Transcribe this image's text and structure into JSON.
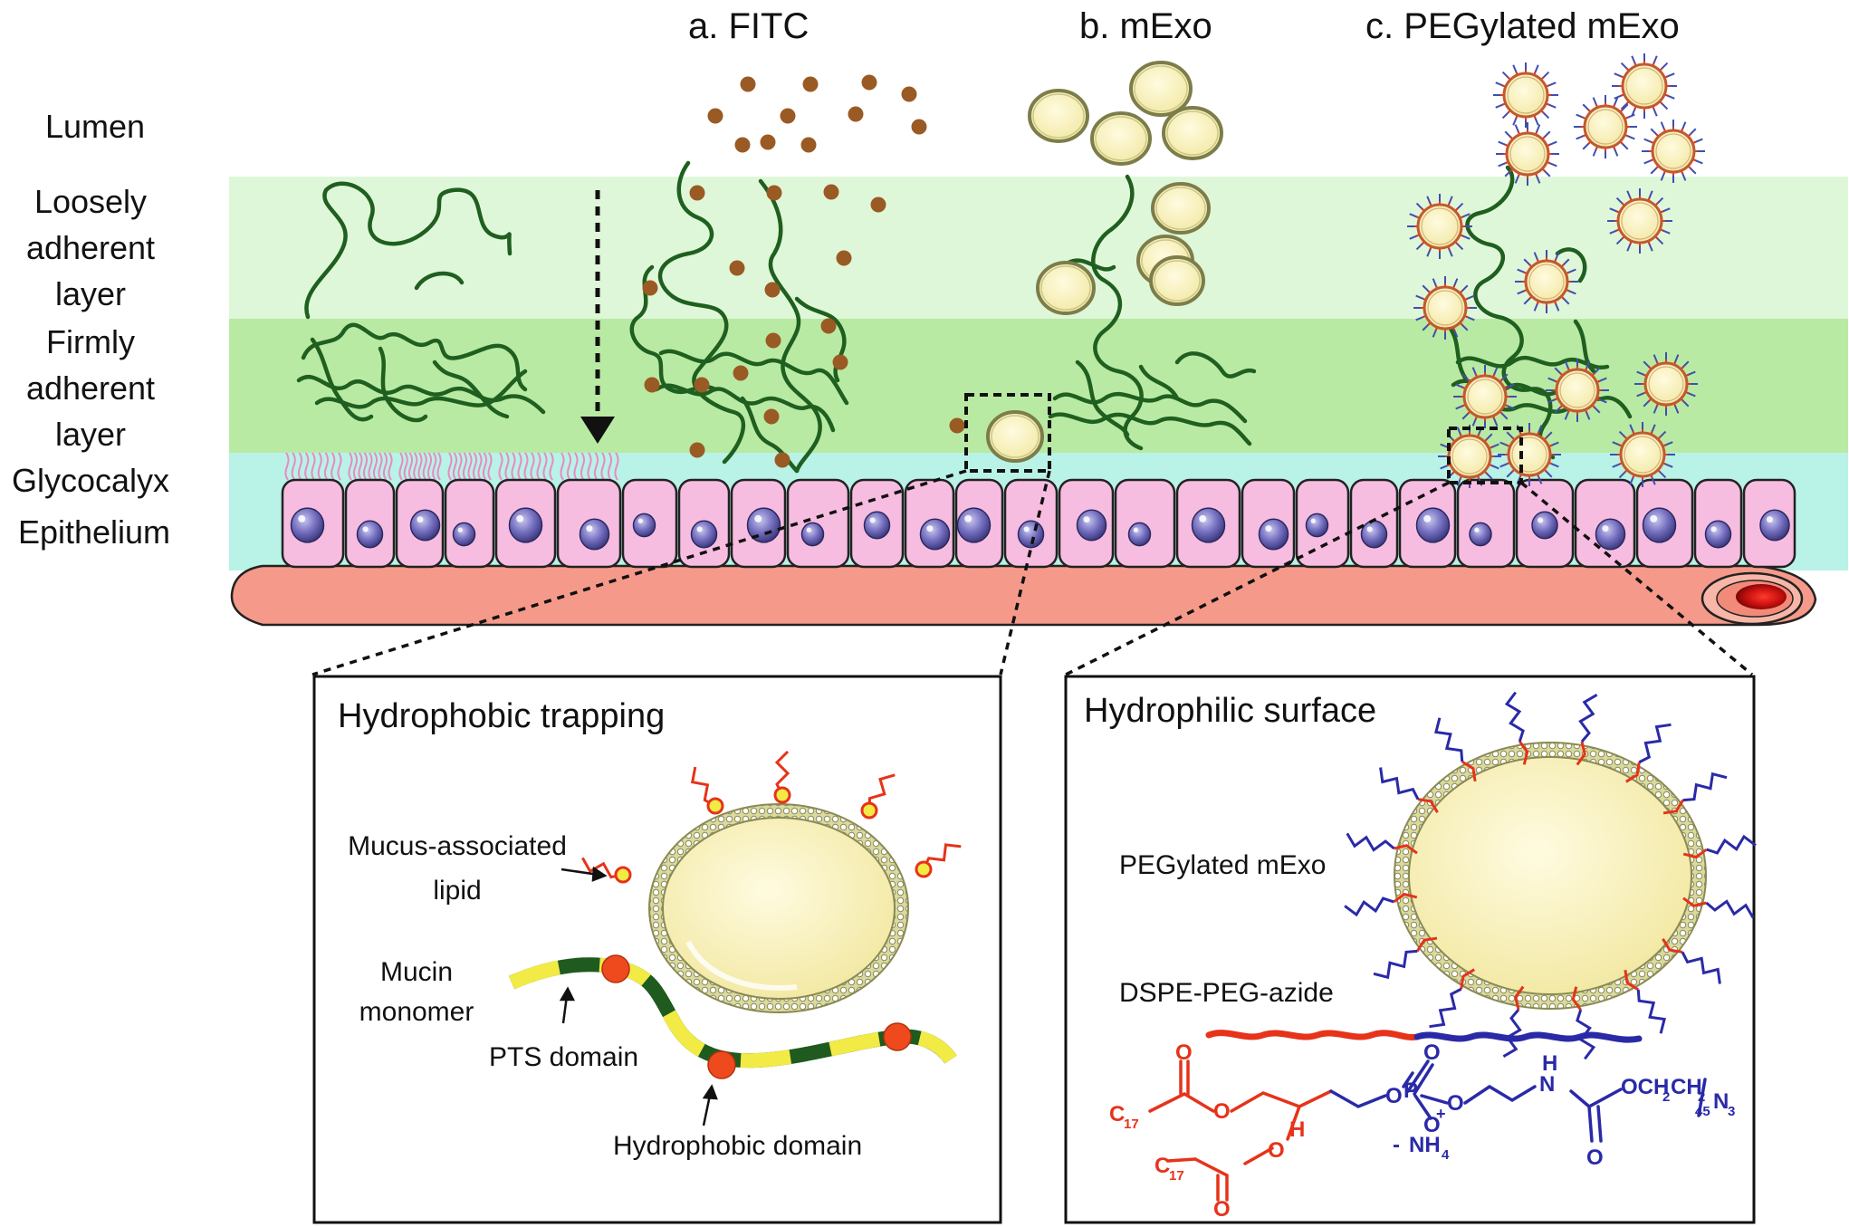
{
  "headers": {
    "fitc": "a. FITC",
    "mexo": "b. mExo",
    "pegylated": "c. PEGylated mExo"
  },
  "layers": {
    "lumen": "Lumen",
    "loosely": [
      "Loosely",
      "adherent",
      "layer"
    ],
    "firmly": [
      "Firmly",
      "adherent",
      "layer"
    ],
    "glycocalyx": "Glycocalyx",
    "epithelium": "Epithelium"
  },
  "left_panel": {
    "title": "Hydrophobic trapping",
    "lipid_label": [
      "Mucus-associated",
      "lipid"
    ],
    "mucin_label": [
      "Mucin",
      "monomer"
    ],
    "pts_label": "PTS domain",
    "hydrophobic_label": "Hydrophobic domain"
  },
  "right_panel": {
    "title": "Hydrophilic surface",
    "peg_label": "PEGylated mExo",
    "dspe_label": "DSPE-PEG-azide",
    "chem": {
      "c17": "C",
      "c17_sub": "17",
      "o": "O",
      "p": "P",
      "h": "H",
      "n": "N",
      "nh4": "NH",
      "nh4_sub": "4",
      "minus": "-",
      "plus": "+",
      "chain": "OCH",
      "chain_sub": "2",
      "chain2": "CH",
      "n45": "45",
      "n3": "N",
      "n3_sub": "3"
    }
  },
  "colors": {
    "loose_band": "#dff7d9",
    "firm_band": "#b9eaa3",
    "glyco_band": "#b9f2e6",
    "cell": "#f7bde0",
    "nucleus": "#6b66b7",
    "tissue": "#f59a8a",
    "mucin": "#1f5f1f",
    "fitc_dot": "#9a5a24",
    "exo_fill": "#f8f1b9",
    "exo_rim": "#8a8a55",
    "red": "#e6331a",
    "blue": "#2a2aa8",
    "pts_green": "#1f5a1f",
    "hydrophobic_yellow": "#f2ea45"
  }
}
